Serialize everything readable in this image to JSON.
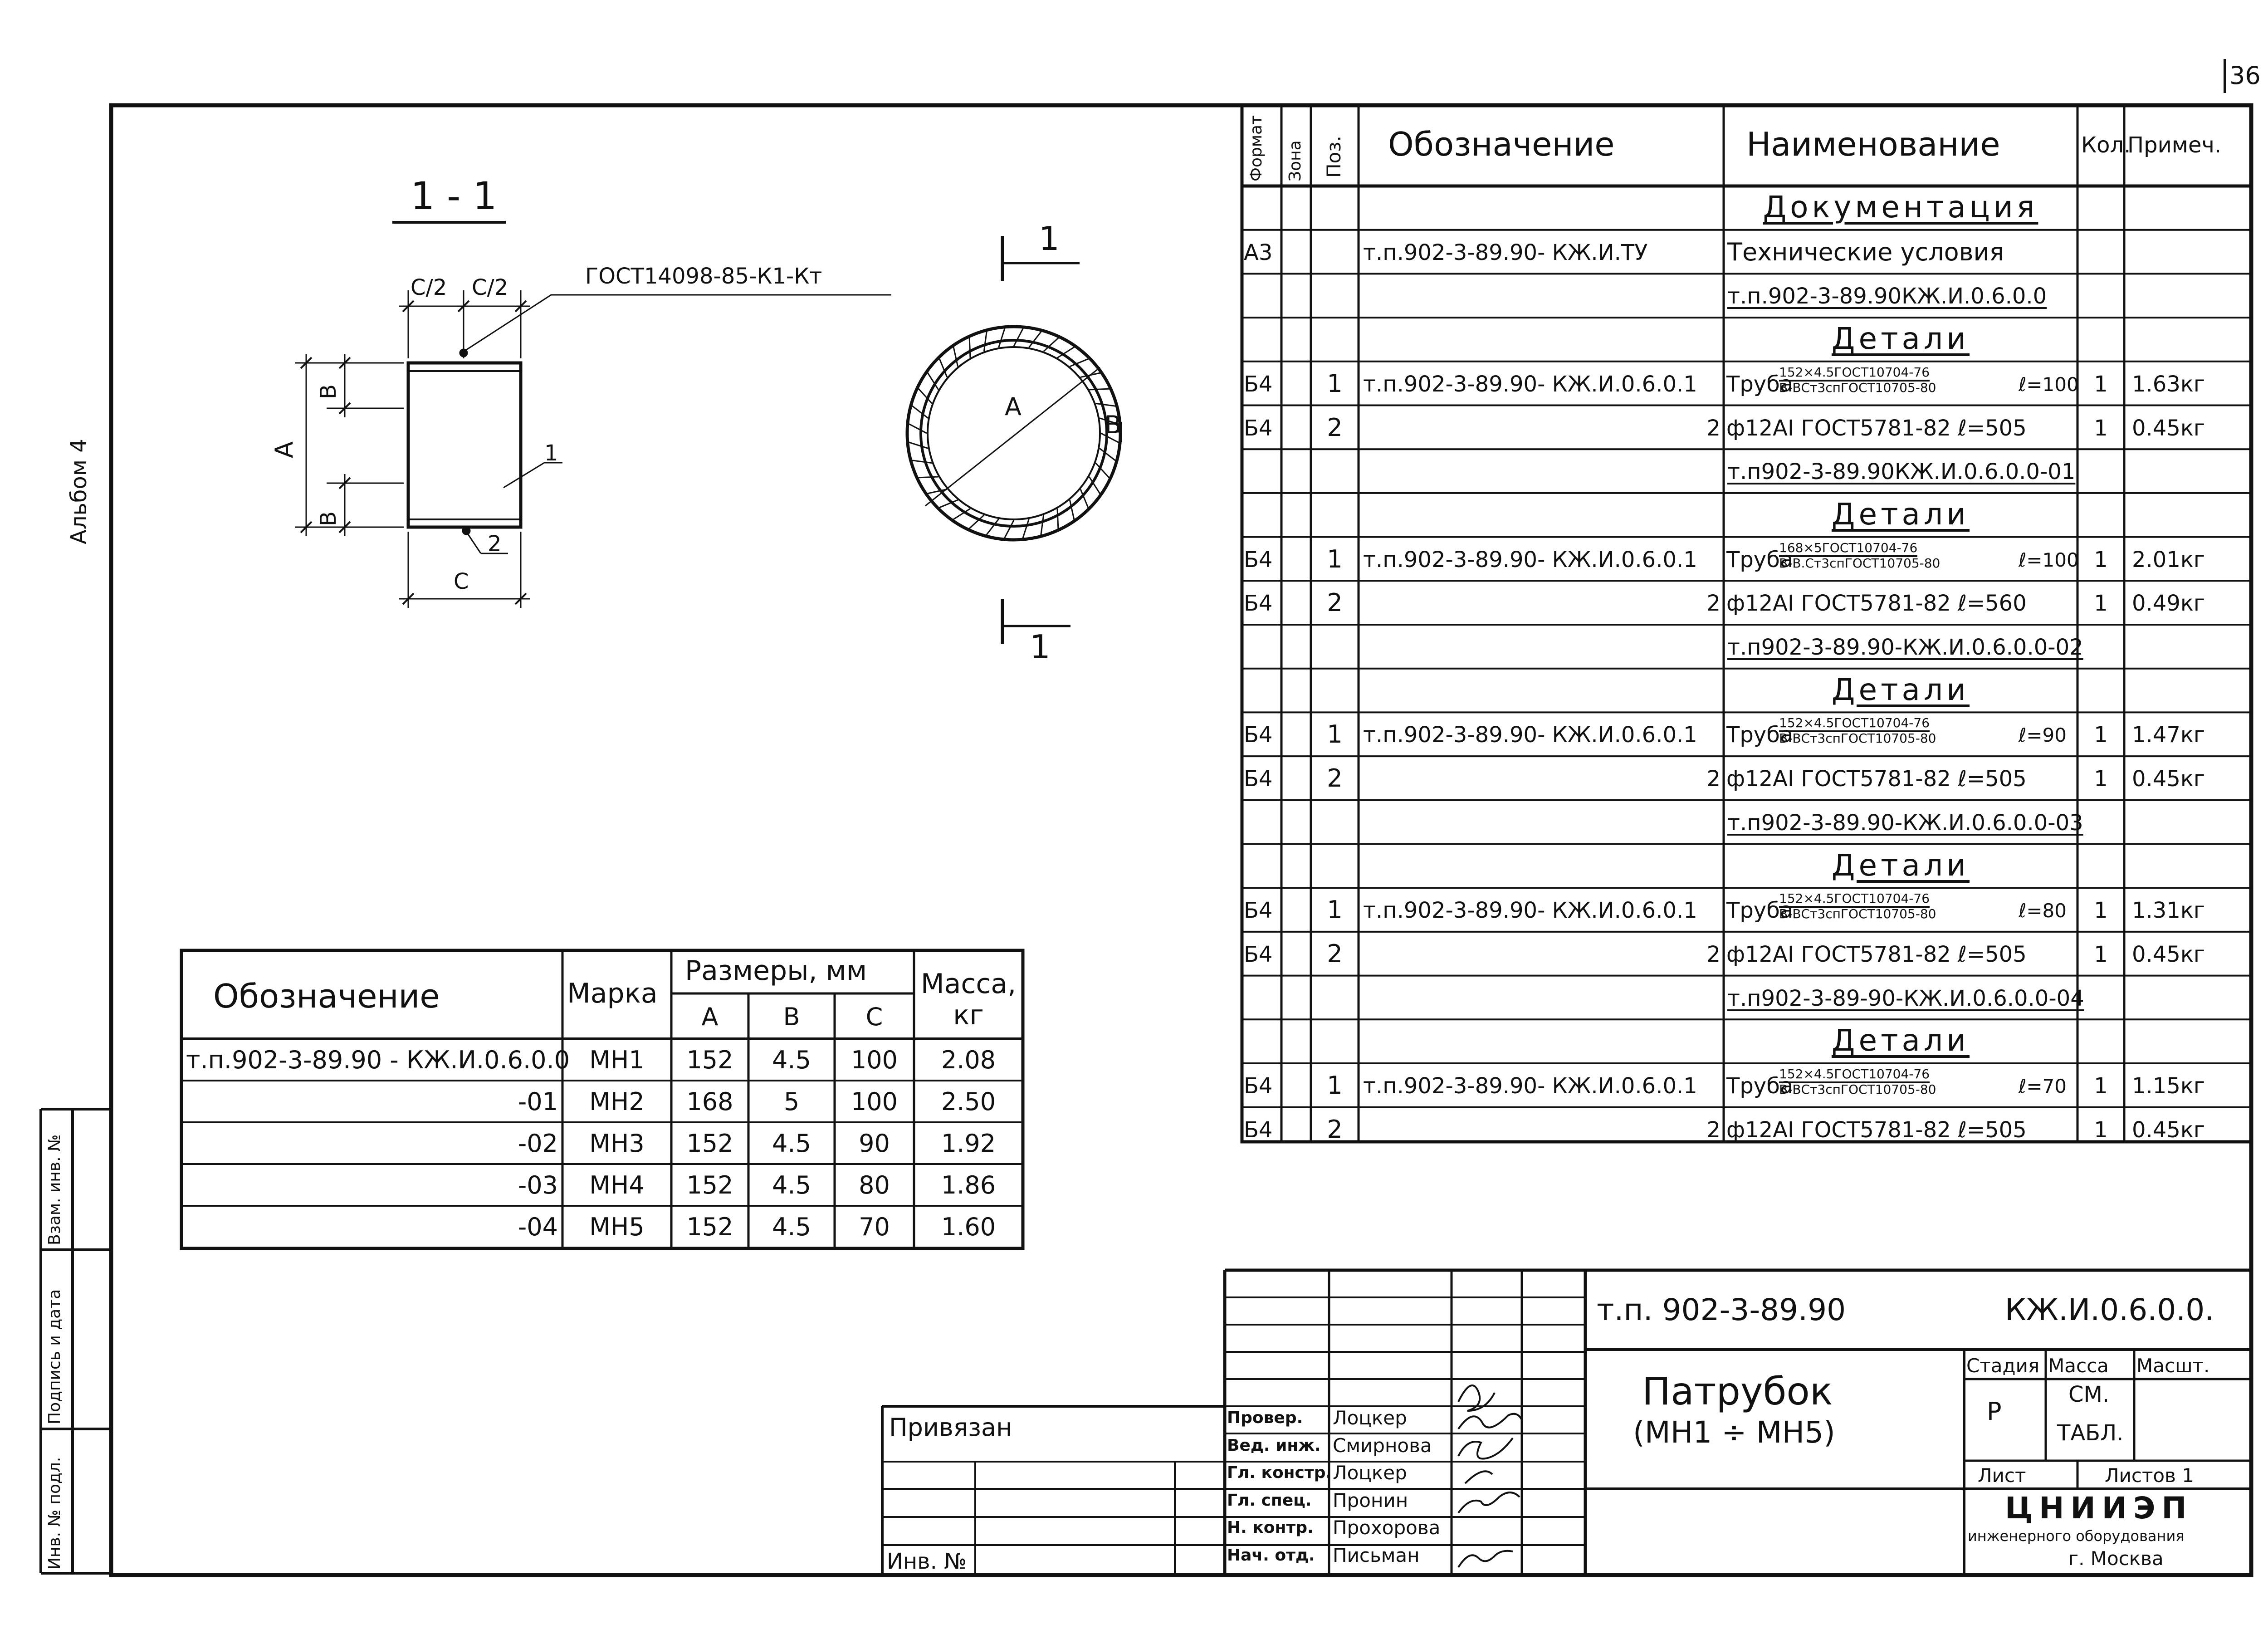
{
  "sheet": {
    "page_number": "36",
    "album_label": "Альбом 4",
    "side_labels": [
      "Инв. № подл.",
      "Подпись и дата",
      "Взам. инв. №"
    ]
  },
  "section_view": {
    "title": "1 - 1",
    "gost_callout": "ГОСТ14098-85-К1-Кт",
    "dim_half_left": "С/2",
    "dim_half_right": "С/2",
    "dim_b_top": "В",
    "dim_b_bottom": "В",
    "dim_a": "А",
    "dim_c": "С",
    "leader_1": "1",
    "leader_2": "2"
  },
  "plan_view": {
    "section_mark_top": "1",
    "section_mark_bottom": "1",
    "dim_a": "А",
    "dim_b": "В"
  },
  "spec_table": {
    "headers": {
      "format": "Формат",
      "zone": "Зона",
      "pos": "Поз.",
      "designation": "Обозначение",
      "name": "Наименование",
      "qty": "Кол.",
      "note": "Примеч."
    },
    "rows": [
      {
        "format": "",
        "pos": "",
        "designation": "",
        "name": "Документация",
        "qty": "",
        "note": "",
        "kind": "section"
      },
      {
        "format": "А3",
        "pos": "",
        "designation": "т.п.902-3-89.90- КЖ.И.ТУ",
        "name": "Технические условия",
        "qty": "",
        "note": "",
        "kind": "plain"
      },
      {
        "format": "",
        "pos": "",
        "designation": "",
        "name": "т.п.902-3-89.90КЖ.И.0.6.0.0",
        "qty": "",
        "note": "",
        "kind": "ref"
      },
      {
        "format": "",
        "pos": "",
        "designation": "",
        "name": "Детали",
        "qty": "",
        "note": "",
        "kind": "section"
      },
      {
        "format": "Б4",
        "pos": "1",
        "designation": "т.п.902-3-89.90- КЖ.И.0.6.0.1",
        "name": "Труба",
        "frac_top": "152×4.5ГОСТ10704-76",
        "frac_bottom": "В-ВСт3спГОСТ10705-80",
        "len": "ℓ=100",
        "qty": "1",
        "note": "1.63кг",
        "kind": "pipe"
      },
      {
        "format": "Б4",
        "pos": "2",
        "designation": "2",
        "name": "ф12АI ГОСТ5781-82 ℓ=505",
        "qty": "1",
        "note": "0.45кг",
        "kind": "bar"
      },
      {
        "format": "",
        "pos": "",
        "designation": "",
        "name": "т.п902-3-89.90КЖ.И.0.6.0.0-01",
        "qty": "",
        "note": "",
        "kind": "ref"
      },
      {
        "format": "",
        "pos": "",
        "designation": "",
        "name": "Детали",
        "qty": "",
        "note": "",
        "kind": "section"
      },
      {
        "format": "Б4",
        "pos": "1",
        "designation": "т.п.902-3-89.90- КЖ.И.0.6.0.1",
        "name": "Труба",
        "frac_top": "168×5ГОСТ10704-76",
        "frac_bottom": "В-В.Ст3спГОСТ10705-80",
        "len": "ℓ=100",
        "qty": "1",
        "note": "2.01кг",
        "kind": "pipe"
      },
      {
        "format": "Б4",
        "pos": "2",
        "designation": "2",
        "name": "ф12АI ГОСТ5781-82 ℓ=560",
        "qty": "1",
        "note": "0.49кг",
        "kind": "bar"
      },
      {
        "format": "",
        "pos": "",
        "designation": "",
        "name": "т.п902-3-89.90-КЖ.И.0.6.0.0-02",
        "qty": "",
        "note": "",
        "kind": "ref"
      },
      {
        "format": "",
        "pos": "",
        "designation": "",
        "name": "Детали",
        "qty": "",
        "note": "",
        "kind": "section"
      },
      {
        "format": "Б4",
        "pos": "1",
        "designation": "т.п.902-3-89.90- КЖ.И.0.6.0.1",
        "name": "Труба",
        "frac_top": "152×4.5ГОСТ10704-76",
        "frac_bottom": "В-ВСт3спГОСТ10705-80",
        "len": "ℓ=90",
        "qty": "1",
        "note": "1.47кг",
        "kind": "pipe"
      },
      {
        "format": "Б4",
        "pos": "2",
        "designation": "2",
        "name": "ф12АI ГОСТ5781-82 ℓ=505",
        "qty": "1",
        "note": "0.45кг",
        "kind": "bar"
      },
      {
        "format": "",
        "pos": "",
        "designation": "",
        "name": "т.п902-3-89.90-КЖ.И.0.6.0.0-03",
        "qty": "",
        "note": "",
        "kind": "ref"
      },
      {
        "format": "",
        "pos": "",
        "designation": "",
        "name": "Детали",
        "qty": "",
        "note": "",
        "kind": "section"
      },
      {
        "format": "Б4",
        "pos": "1",
        "designation": "т.п.902-3-89.90- КЖ.И.0.6.0.1",
        "name": "Труба",
        "frac_top": "152×4.5ГОСТ10704-76",
        "frac_bottom": "В-ВСт3спГОСТ10705-80",
        "len": "ℓ=80",
        "qty": "1",
        "note": "1.31кг",
        "kind": "pipe"
      },
      {
        "format": "Б4",
        "pos": "2",
        "designation": "2",
        "name": "ф12АI ГОСТ5781-82 ℓ=505",
        "qty": "1",
        "note": "0.45кг",
        "kind": "bar"
      },
      {
        "format": "",
        "pos": "",
        "designation": "",
        "name": "т.п902-3-89-90-КЖ.И.0.6.0.0-04",
        "qty": "",
        "note": "",
        "kind": "ref"
      },
      {
        "format": "",
        "pos": "",
        "designation": "",
        "name": "Детали",
        "qty": "",
        "note": "",
        "kind": "section"
      },
      {
        "format": "Б4",
        "pos": "1",
        "designation": "т.п.902-3-89.90- КЖ.И.0.6.0.1",
        "name": "Труба",
        "frac_top": "152×4.5ГОСТ10704-76",
        "frac_bottom": "В-ВСт3спГОСТ10705-80",
        "len": "ℓ=70",
        "qty": "1",
        "note": "1.15кг",
        "kind": "pipe"
      },
      {
        "format": "Б4",
        "pos": "2",
        "designation": "2",
        "name": "ф12АI ГОСТ5781-82 ℓ=505",
        "qty": "1",
        "note": "0.45кг",
        "kind": "bar"
      }
    ]
  },
  "sizes_table": {
    "headers": {
      "designation": "Обозначение",
      "mark": "Марка",
      "sizes": "Размеры, мм",
      "a": "А",
      "b": "В",
      "c": "С",
      "mass": "Масса, кг"
    },
    "rows": [
      {
        "designation": "т.п.902-3-89.90 - КЖ.И.0.6.0.0",
        "mark": "МН1",
        "a": "152",
        "b": "4.5",
        "c": "100",
        "mass": "2.08"
      },
      {
        "designation": "-01",
        "mark": "МН2",
        "a": "168",
        "b": "5",
        "c": "100",
        "mass": "2.50"
      },
      {
        "designation": "-02",
        "mark": "МН3",
        "a": "152",
        "b": "4.5",
        "c": "90",
        "mass": "1.92"
      },
      {
        "designation": "-03",
        "mark": "МН4",
        "a": "152",
        "b": "4.5",
        "c": "80",
        "mass": "1.86"
      },
      {
        "designation": "-04",
        "mark": "МН5",
        "a": "152",
        "b": "4.5",
        "c": "70",
        "mass": "1.60"
      }
    ]
  },
  "title_block": {
    "project": "т.п. 902-3-89.90",
    "code": "КЖ.И.0.6.0.0.",
    "title_line1": "Патрубок",
    "title_line2": "(МН1 ÷ МН5)",
    "stage_label": "Стадия",
    "mass_label": "Масса",
    "scale_label": "Масшт.",
    "stage_value": "Р",
    "mass_value_1": "СМ.",
    "mass_value_2": "ТАБЛ.",
    "sheet_label": "Лист",
    "sheets_label": "Листов 1",
    "org_name": "ЦНИИЭП",
    "org_line2": "инженерного оборудования",
    "org_line3": "г. Москва",
    "bound_label": "Привязан",
    "inv_label": "Инв. №",
    "signatures": [
      {
        "role": "Провер.",
        "name": "Лоцкер"
      },
      {
        "role": "Вед. инж.",
        "name": "Смирнова"
      },
      {
        "role": "Гл. констр.",
        "name": "Лоцкер"
      },
      {
        "role": "Гл. спец.",
        "name": "Пронин"
      },
      {
        "role": "Н. контр.",
        "name": "Прохорова"
      },
      {
        "role": "Нач. отд.",
        "name": "Письман"
      }
    ]
  }
}
